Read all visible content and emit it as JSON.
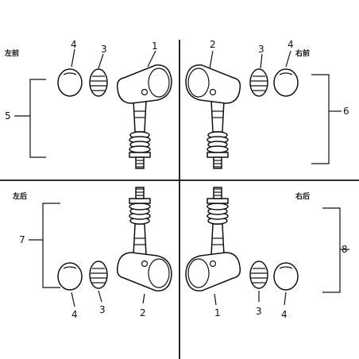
{
  "quadrants": {
    "top_left": {
      "label": "左前",
      "callouts": [
        "4",
        "3",
        "1"
      ],
      "bracket": "5"
    },
    "top_right": {
      "label": "右前",
      "callouts": [
        "2",
        "3",
        "4"
      ],
      "bracket": "6"
    },
    "bottom_left": {
      "label": "左后",
      "callouts": [
        "4",
        "3",
        "2"
      ],
      "bracket": "7"
    },
    "bottom_right": {
      "label": "右后",
      "callouts": [
        "1",
        "3",
        "4"
      ],
      "bracket": "8"
    }
  }
}
